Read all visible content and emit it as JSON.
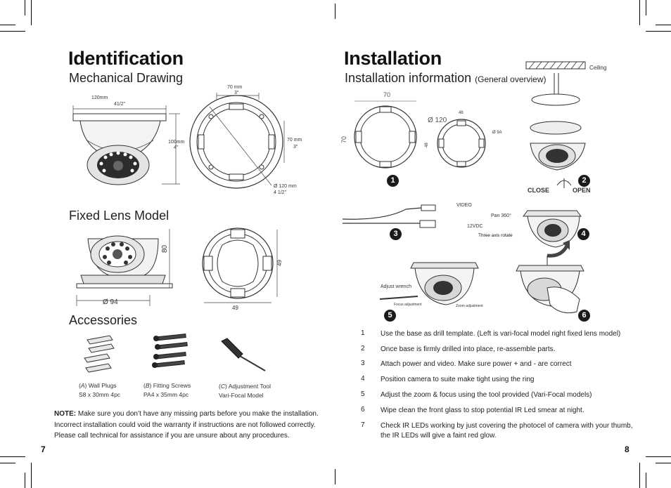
{
  "left": {
    "title": "Identification",
    "mechanical": {
      "heading": "Mechanical Drawing",
      "width_mm": "120mm",
      "width_in": "41/2\"",
      "height_mm": "100mm",
      "height_in": "4\"",
      "base_w_mm": "70 mm",
      "base_w_in": "3\"",
      "base_h_mm": "70 mm",
      "base_h_in": "3\"",
      "base_dia_mm": "Ø 120 mm",
      "base_dia_in": "4 1/2\""
    },
    "fixed": {
      "heading": "Fixed Lens Model",
      "height": "80",
      "diameter": "Ø 94",
      "base_h": "49",
      "base_w": "49"
    },
    "accessories": {
      "heading": "Accessories",
      "items": [
        {
          "letter": "A",
          "name": "Wall Plugs",
          "spec": "S8 x 30mm 4pc"
        },
        {
          "letter": "B",
          "name": "Fitting Screws",
          "spec": "PA4 x 35mm 4pc"
        },
        {
          "letter": "C",
          "name": "Adjustment Tool",
          "spec": "Vari-Focal Model"
        }
      ]
    },
    "note": {
      "label": "NOTE:",
      "text1": " Make sure you don’t have any missing parts before you make the installation.",
      "text2": "Incorrect installation could void the warranty if instructions are not followed correctly.",
      "text3": "Please call technical for assistance if you are unsure about any procedures."
    },
    "page": "7"
  },
  "right": {
    "title": "Installation",
    "subtitle": "Installation information",
    "subtitle_paren": "(General overview)",
    "ceiling": "Ceiling",
    "template": {
      "w": "70",
      "h": "70",
      "dia": "Ø 120",
      "w2": "48",
      "h2": "48",
      "hole": "Ø 9A"
    },
    "close": "CLOSE",
    "open": "OPEN",
    "video": "VIDEO",
    "power": "12VDC",
    "pan": "Pan  360°",
    "three_axis": "Three axis rotate",
    "adjust_wrench": "Adjust  wrench",
    "focus_adj": "Focus adjustment",
    "zoom_adj": "Zoom adjustment",
    "badges": [
      "1",
      "2",
      "3",
      "4",
      "5",
      "6"
    ],
    "steps": [
      {
        "n": "1",
        "text": "Use the base as drill template. (Left is vari-focal model right fixed lens model)"
      },
      {
        "n": "2",
        "text": "Once base is firmly drilled into place, re-assemble parts."
      },
      {
        "n": "3",
        "text": "Attach power and video. Make sure power + and - are correct"
      },
      {
        "n": "4",
        "text": "Position camera to suite make tight using the ring"
      },
      {
        "n": "5",
        "text": "Adjust the zoom & focus using the tool provided (Vari-Focal models)"
      },
      {
        "n": "6",
        "text": "Wipe clean the front glass to stop potential IR Led smear at night."
      },
      {
        "n": "7",
        "text": "Check IR LEDs working by just covering the photocel of camera with your thumb, the IR LEDs will give a faint red glow."
      }
    ],
    "page": "8"
  }
}
